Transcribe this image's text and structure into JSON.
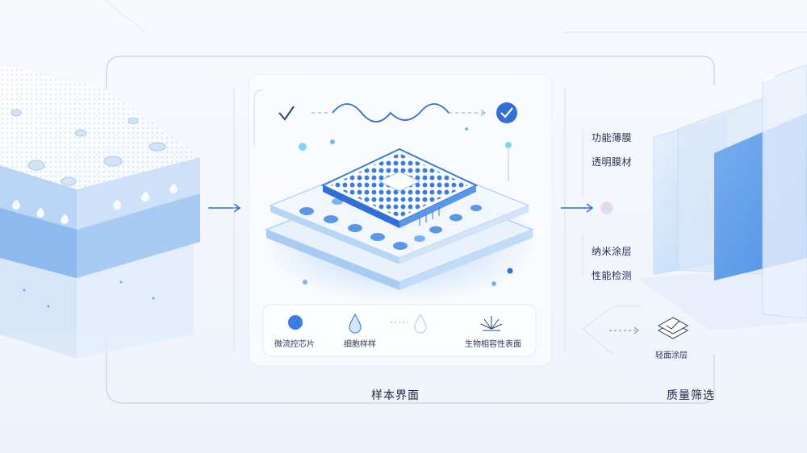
{
  "center_panel": {
    "title": "样本界面",
    "legend": [
      {
        "label": "微流控芯片",
        "icon": "blue-dot-icon"
      },
      {
        "label": "细胞样样",
        "icon": "droplet-icon"
      },
      {
        "label": "",
        "icon": "white-droplet-icon"
      },
      {
        "label": "生物相容性表面",
        "icon": "sparkle-surface-icon"
      }
    ]
  },
  "right_panel": {
    "title": "质量筛选",
    "labels": [
      "功能薄膜",
      "透明膜材",
      "纳米涂层",
      "性能检测"
    ],
    "sub_label": "轻面涂层"
  },
  "colors": {
    "accent": "#2f6fd6",
    "light_blue": "#bcd7f6",
    "line": "#c7d3e6"
  }
}
